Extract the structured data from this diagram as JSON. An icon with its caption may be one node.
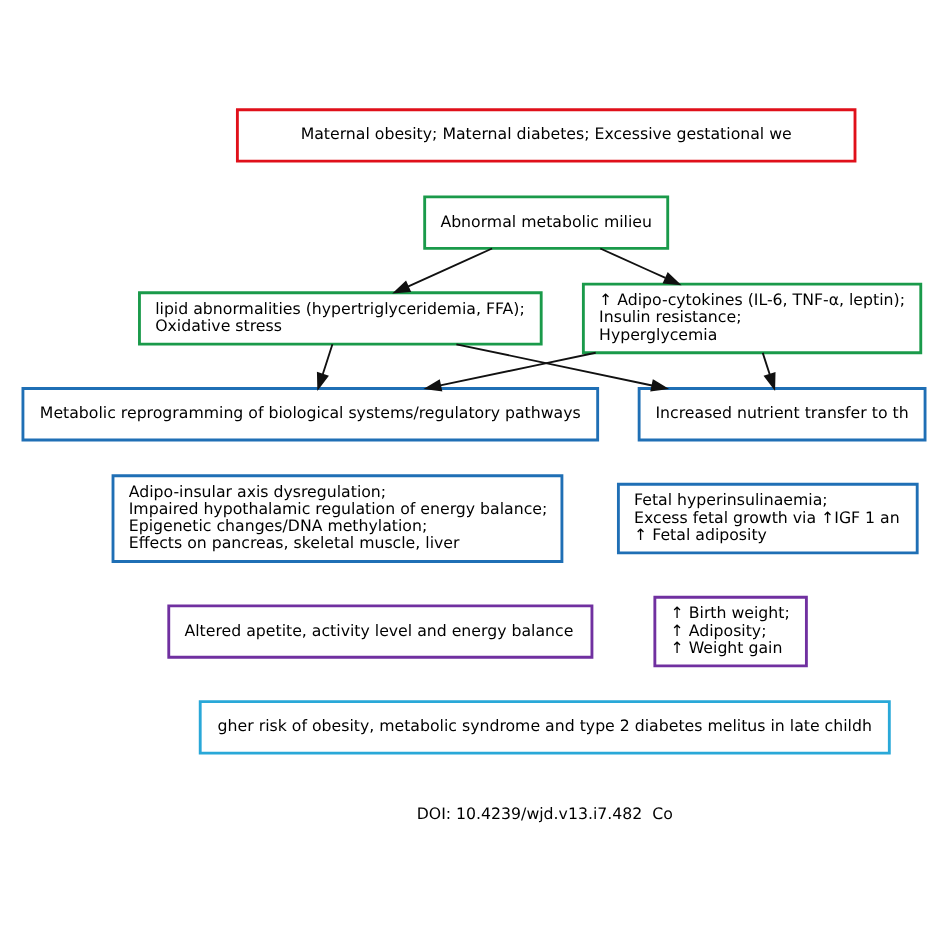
{
  "diagram": {
    "nodes": [
      {
        "text": [
          "Maternal obesity; Maternal diabetes; Excessive gestational we"
        ]
      },
      {
        "text": [
          "Abnormal metabolic milieu"
        ]
      },
      {
        "text": [
          "lipid abnormalities (hypertriglyceridemia, FFA);",
          "Oxidative stress"
        ]
      },
      {
        "text": [
          "↑ Adipo-cytokines (IL-6, TNF-α, leptin);",
          "Insulin resistance;",
          "Hyperglycemia"
        ]
      },
      {
        "text": [
          "Metabolic reprogramming of biological systems/regulatory pathways"
        ]
      },
      {
        "text": [
          "Increased nutrient transfer to th"
        ]
      },
      {
        "text": [
          "Adipo-insular axis dysregulation;",
          "Impaired hypothalamic regulation of energy balance;",
          "Epigenetic changes/DNA methylation;",
          "Effects on pancreas, skeletal muscle, liver"
        ]
      },
      {
        "text": [
          "Fetal hyperinsulinaemia;",
          "Excess fetal growth via ↑IGF 1 an",
          "↑ Fetal adiposity"
        ]
      },
      {
        "text": [
          "Altered apetite, activity level and energy balance"
        ]
      },
      {
        "text": [
          "↑ Birth weight;",
          "↑ Adiposity;",
          "↑ Weight gain"
        ]
      },
      {
        "text": [
          "gher risk of obesity, metabolic syndrome and type 2 diabetes melitus in late childh"
        ]
      }
    ],
    "edges": [
      {
        "from": 1,
        "to": 2,
        "arrow": "to"
      },
      {
        "from": 1,
        "to": 3,
        "arrow": "to"
      },
      {
        "from": 2,
        "to": 4,
        "arrow": "to"
      },
      {
        "from": 2,
        "to": 5,
        "arrow": "to"
      },
      {
        "from": 3,
        "to": 4,
        "arrow": "to"
      },
      {
        "from": 3,
        "to": 5,
        "arrow": "to"
      }
    ],
    "labels": [
      "DOI: 10.4239/wjd.v13.i7.482",
      "Co"
    ]
  }
}
